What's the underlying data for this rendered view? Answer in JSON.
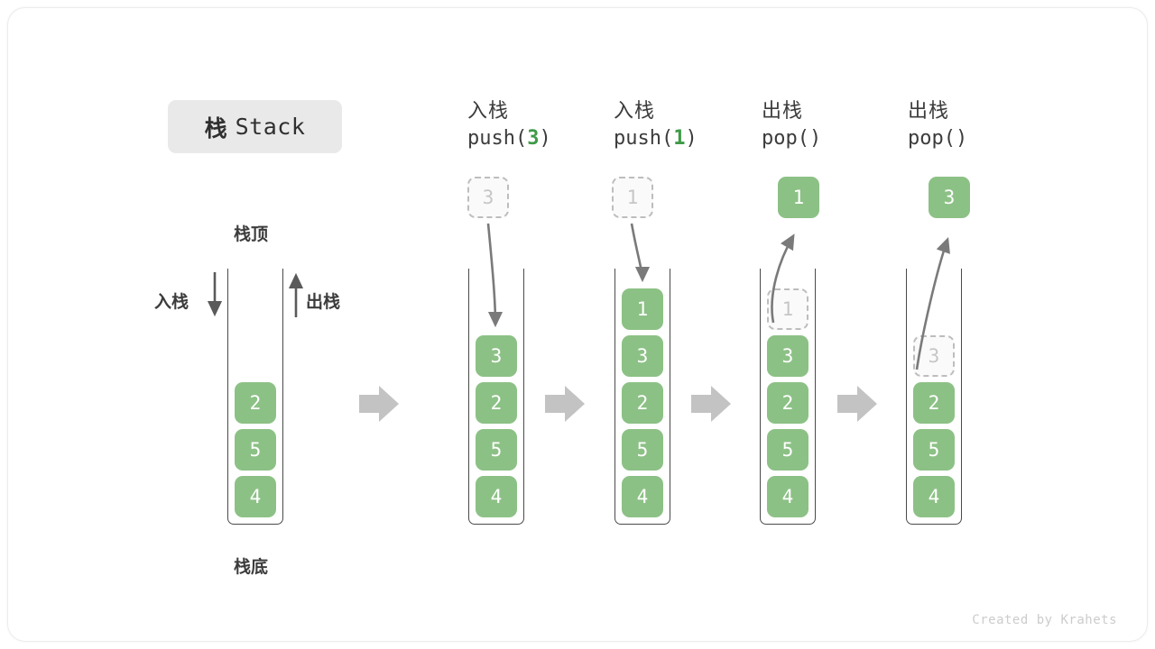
{
  "figure": {
    "title_cn": "栈",
    "title_en": "Stack",
    "footer": "Created by Krahets",
    "green": "#8cc185",
    "ghost_border": "#bdbdbd",
    "ghost_text": "#c6c6c6",
    "accent_text": "#3f9a47",
    "wall_color": "#4a4a4a",
    "flow_arrow_color": "#c3c3c3"
  },
  "legend": {
    "top_label": "栈顶",
    "bottom_label": "栈底",
    "push_label": "入栈",
    "pop_label": "出栈"
  },
  "columns": [
    {
      "id": "initial",
      "header_line1": "",
      "header_line2": "",
      "header_arg": "",
      "floating": null,
      "slots": [
        {
          "value": "",
          "state": "empty"
        },
        {
          "value": "",
          "state": "empty"
        },
        {
          "value": "2",
          "state": "filled"
        },
        {
          "value": "5",
          "state": "filled"
        },
        {
          "value": "4",
          "state": "filled"
        }
      ]
    },
    {
      "id": "push-3",
      "header_line1": "入栈",
      "header_line2_pre": "push(",
      "header_arg": "3",
      "header_line2_post": ")",
      "floating": {
        "value": "3",
        "state": "ghost"
      },
      "slots": [
        {
          "value": "",
          "state": "empty"
        },
        {
          "value": "3",
          "state": "filled"
        },
        {
          "value": "2",
          "state": "filled"
        },
        {
          "value": "5",
          "state": "filled"
        },
        {
          "value": "4",
          "state": "filled"
        }
      ]
    },
    {
      "id": "push-1",
      "header_line1": "入栈",
      "header_line2_pre": "push(",
      "header_arg": "1",
      "header_line2_post": ")",
      "floating": {
        "value": "1",
        "state": "ghost"
      },
      "slots": [
        {
          "value": "1",
          "state": "filled"
        },
        {
          "value": "3",
          "state": "filled"
        },
        {
          "value": "2",
          "state": "filled"
        },
        {
          "value": "5",
          "state": "filled"
        },
        {
          "value": "4",
          "state": "filled"
        }
      ]
    },
    {
      "id": "pop-1",
      "header_line1": "出栈",
      "header_line2_pre": "pop(",
      "header_arg": "",
      "header_line2_post": ")",
      "floating": {
        "value": "1",
        "state": "filled"
      },
      "slots": [
        {
          "value": "1",
          "state": "ghost"
        },
        {
          "value": "3",
          "state": "filled"
        },
        {
          "value": "2",
          "state": "filled"
        },
        {
          "value": "5",
          "state": "filled"
        },
        {
          "value": "4",
          "state": "filled"
        }
      ]
    },
    {
      "id": "pop-3",
      "header_line1": "出栈",
      "header_line2_pre": "pop(",
      "header_arg": "",
      "header_line2_post": ")",
      "floating": {
        "value": "3",
        "state": "filled"
      },
      "slots": [
        {
          "value": "",
          "state": "empty"
        },
        {
          "value": "3",
          "state": "ghost"
        },
        {
          "value": "2",
          "state": "filled"
        },
        {
          "value": "5",
          "state": "filled"
        },
        {
          "value": "4",
          "state": "filled"
        }
      ]
    }
  ]
}
